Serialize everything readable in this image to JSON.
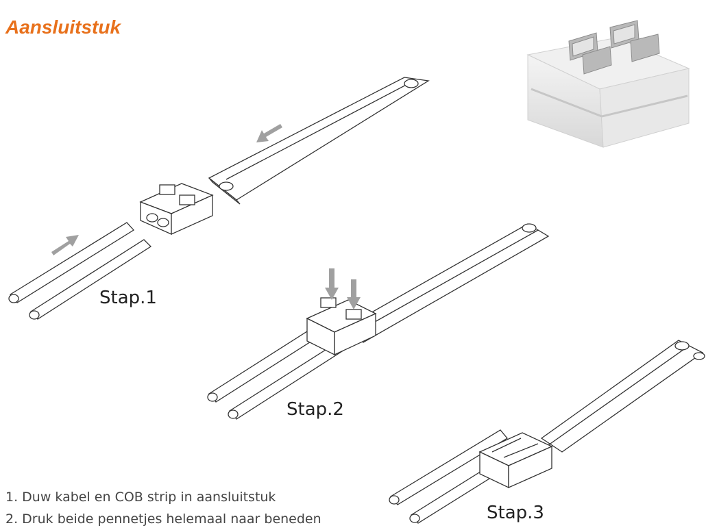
{
  "title": "Aansluitstuk",
  "steps": [
    "Stap.1",
    "Stap.2",
    "Stap.3"
  ],
  "instructions": [
    "1. Duw kabel en COB strip in aansluitstuk",
    "2. Druk beide pennetjes helemaal naar beneden"
  ],
  "colors": {
    "title": "#E8711C",
    "arrow": "#A0A0A0",
    "line": "#333333"
  }
}
